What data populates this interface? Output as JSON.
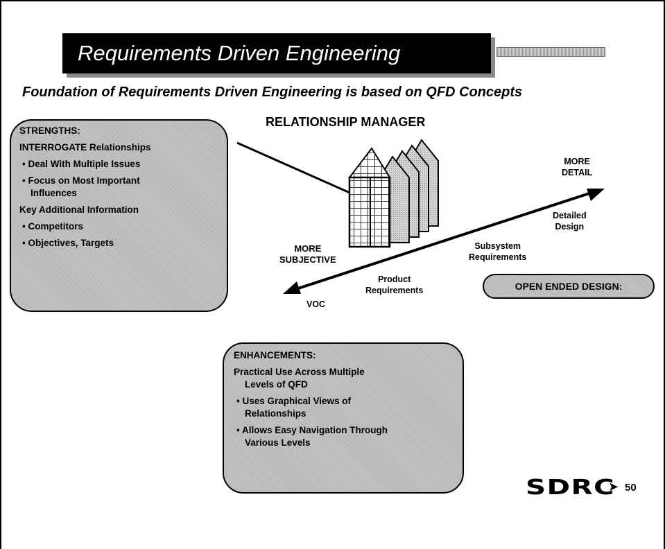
{
  "slide": {
    "title": "Requirements Driven Engineering",
    "subtitle": "Foundation of Requirements Driven Engineering is based on QFD Concepts",
    "diagram_title": "RELATIONSHIP MANAGER"
  },
  "strengths": {
    "heading": "STRENGTHS:",
    "line1": "INTERROGATE Relationships",
    "bullet1": "• Deal With Multiple Issues",
    "bullet2a": "• Focus on Most Important",
    "bullet2b": "Influences",
    "line2": "Key Additional Information",
    "bullet3": "• Competitors",
    "bullet4": "• Objectives, Targets"
  },
  "axis_labels": {
    "more_detail_1": "MORE",
    "more_detail_2": "DETAIL",
    "detailed_design_1": "Detailed",
    "detailed_design_2": "Design",
    "subsystem_1": "Subsystem",
    "subsystem_2": "Requirements",
    "product_1": "Product",
    "product_2": "Requirements",
    "more_subjective_1": "MORE",
    "more_subjective_2": "SUBJECTIVE",
    "voc": "VOC"
  },
  "open_ended": "OPEN ENDED DESIGN:",
  "enhancements": {
    "heading": "ENHANCEMENTS:",
    "line1a": "Practical Use Across Multiple",
    "line1b": "Levels of QFD",
    "bullet1a": "• Uses Graphical Views of",
    "bullet1b": "Relationships",
    "bullet2a": "• Allows Easy Navigation Through",
    "bullet2b": "Various Levels"
  },
  "footer": {
    "logo": "SDRC",
    "arrow": "➤",
    "page_number": "50"
  }
}
